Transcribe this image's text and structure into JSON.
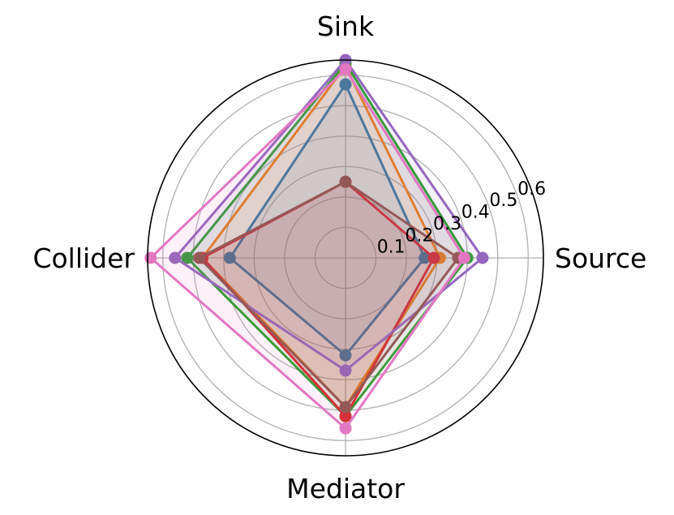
{
  "chart_data": {
    "type": "radar",
    "axes": [
      "Source",
      "Sink",
      "Collider",
      "Mediator"
    ],
    "rticks": [
      "0.1",
      "0.2",
      "0.3",
      "0.4",
      "0.5",
      "0.6"
    ],
    "rlim": [
      0,
      0.65
    ],
    "grid": true,
    "legend": "none",
    "series": [
      {
        "color": "#1f77b4",
        "values": [
          0.26,
          0.57,
          0.38,
          0.32
        ]
      },
      {
        "color": "#ff7f0e",
        "values": [
          0.31,
          0.63,
          0.47,
          0.49
        ]
      },
      {
        "color": "#2ca02c",
        "values": [
          0.4,
          0.64,
          0.52,
          0.52
        ]
      },
      {
        "color": "#d62728",
        "values": [
          0.29,
          0.25,
          0.47,
          0.52
        ]
      },
      {
        "color": "#9467bd",
        "values": [
          0.45,
          0.65,
          0.56,
          0.37
        ]
      },
      {
        "color": "#8c564b",
        "values": [
          0.37,
          0.25,
          0.48,
          0.49
        ]
      },
      {
        "color": "#e377c2",
        "values": [
          0.39,
          0.62,
          0.64,
          0.56
        ]
      }
    ]
  }
}
